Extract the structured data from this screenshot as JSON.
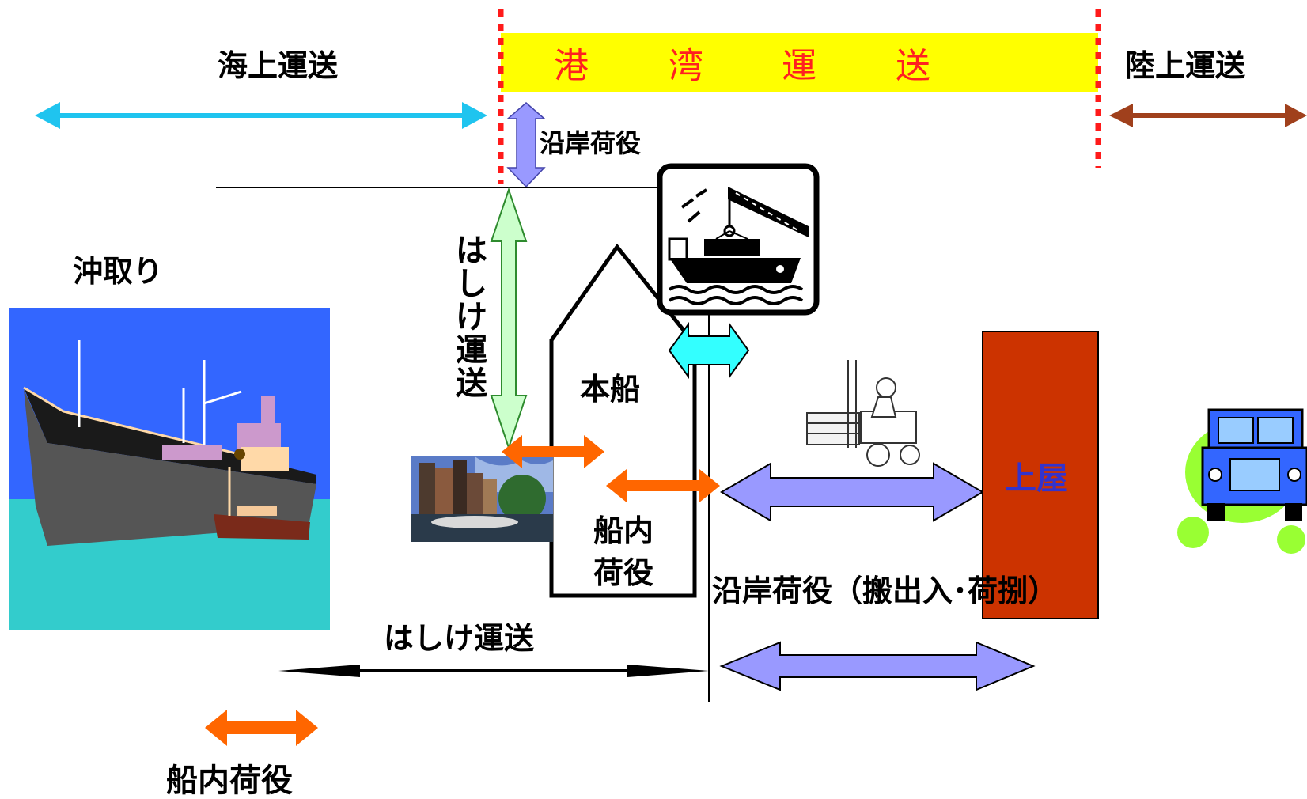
{
  "labels": {
    "sea_transport": "海上運送",
    "port_transport_chars": [
      "港",
      "湾",
      "運",
      "送"
    ],
    "land_transport": "陸上運送",
    "coastal_handling_top": "沿岸荷役",
    "offshore_loading": "沖取り",
    "lighter_transport_vertical": [
      "は",
      "し",
      "け",
      "運",
      "送"
    ],
    "main_ship": "本船",
    "shipboard_handling_lines": [
      "船内",
      "荷役"
    ],
    "warehouse": "上屋",
    "coastal_handling_detail": "沿岸荷役（搬出入･荷捌）",
    "lighter_transport_bottom": "はしけ運送",
    "shipboard_handling_bottom": "船内荷役"
  },
  "colors": {
    "port_band": "#ffff00",
    "port_text": "#ff2020",
    "boundary_dots": "#ff1a1a",
    "sea_arrow": "#1fc4ef",
    "land_arrow": "#a0401c",
    "lilac_arrow": "#9999ff",
    "green_arrow": "#ccffcc",
    "orange_arrow": "#ff6600",
    "cyan_arrow": "#33ffff",
    "warehouse_fill": "#cc3300",
    "warehouse_text": "#3333cc"
  },
  "icons": [
    "cargo-ship-picture",
    "crane-ship-icon",
    "canal-photo",
    "forklift-icon",
    "truck-icon"
  ]
}
